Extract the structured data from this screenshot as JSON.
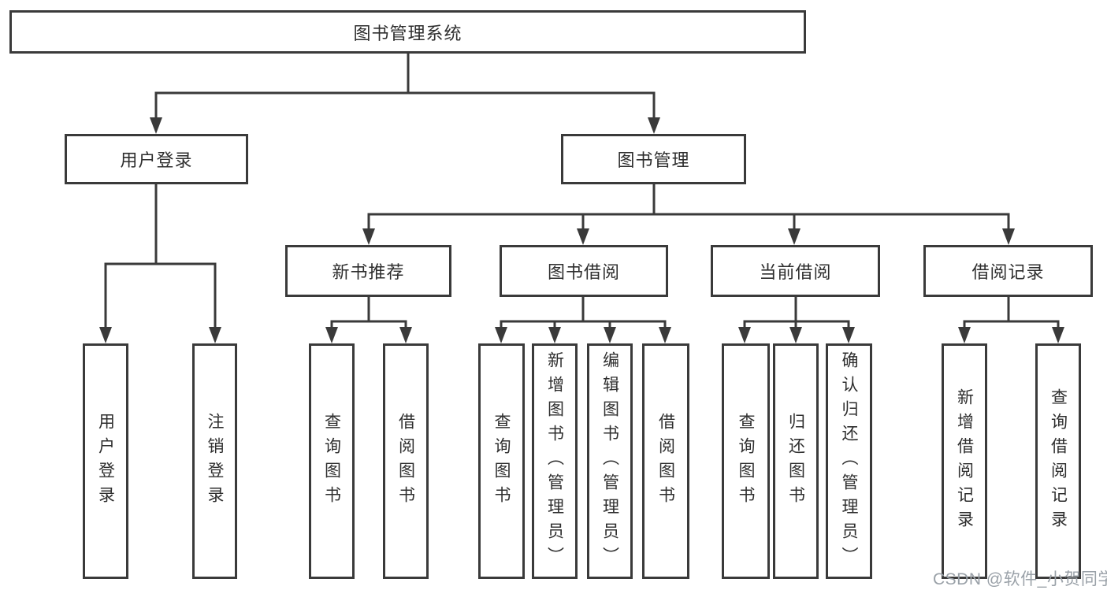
{
  "diagram_title": "图书管理系统",
  "tree": {
    "label": "图书管理系统",
    "children": [
      {
        "label": "用户登录",
        "children": [
          {
            "label": "用户登录"
          },
          {
            "label": "注销登录"
          }
        ]
      },
      {
        "label": "图书管理",
        "children": [
          {
            "label": "新书推荐",
            "children": [
              {
                "label": "查询图书"
              },
              {
                "label": "借阅图书"
              }
            ]
          },
          {
            "label": "图书借阅",
            "children": [
              {
                "label": "查询图书"
              },
              {
                "label": "新增图书（管理员）"
              },
              {
                "label": "编辑图书（管理员）"
              },
              {
                "label": "借阅图书"
              }
            ]
          },
          {
            "label": "当前借阅",
            "children": [
              {
                "label": "查询图书"
              },
              {
                "label": "归还图书"
              },
              {
                "label": "确认归还（管理员）"
              }
            ]
          },
          {
            "label": "借阅记录",
            "children": [
              {
                "label": "新增借阅记录"
              },
              {
                "label": "查询借阅记录"
              }
            ]
          }
        ]
      }
    ]
  },
  "watermark": "CSDN @软件_小贺同学",
  "colors": {
    "line": "#3a3a3a",
    "text": "#2e2e2e",
    "watermark": "#9aa1a8",
    "background": "#ffffff"
  }
}
